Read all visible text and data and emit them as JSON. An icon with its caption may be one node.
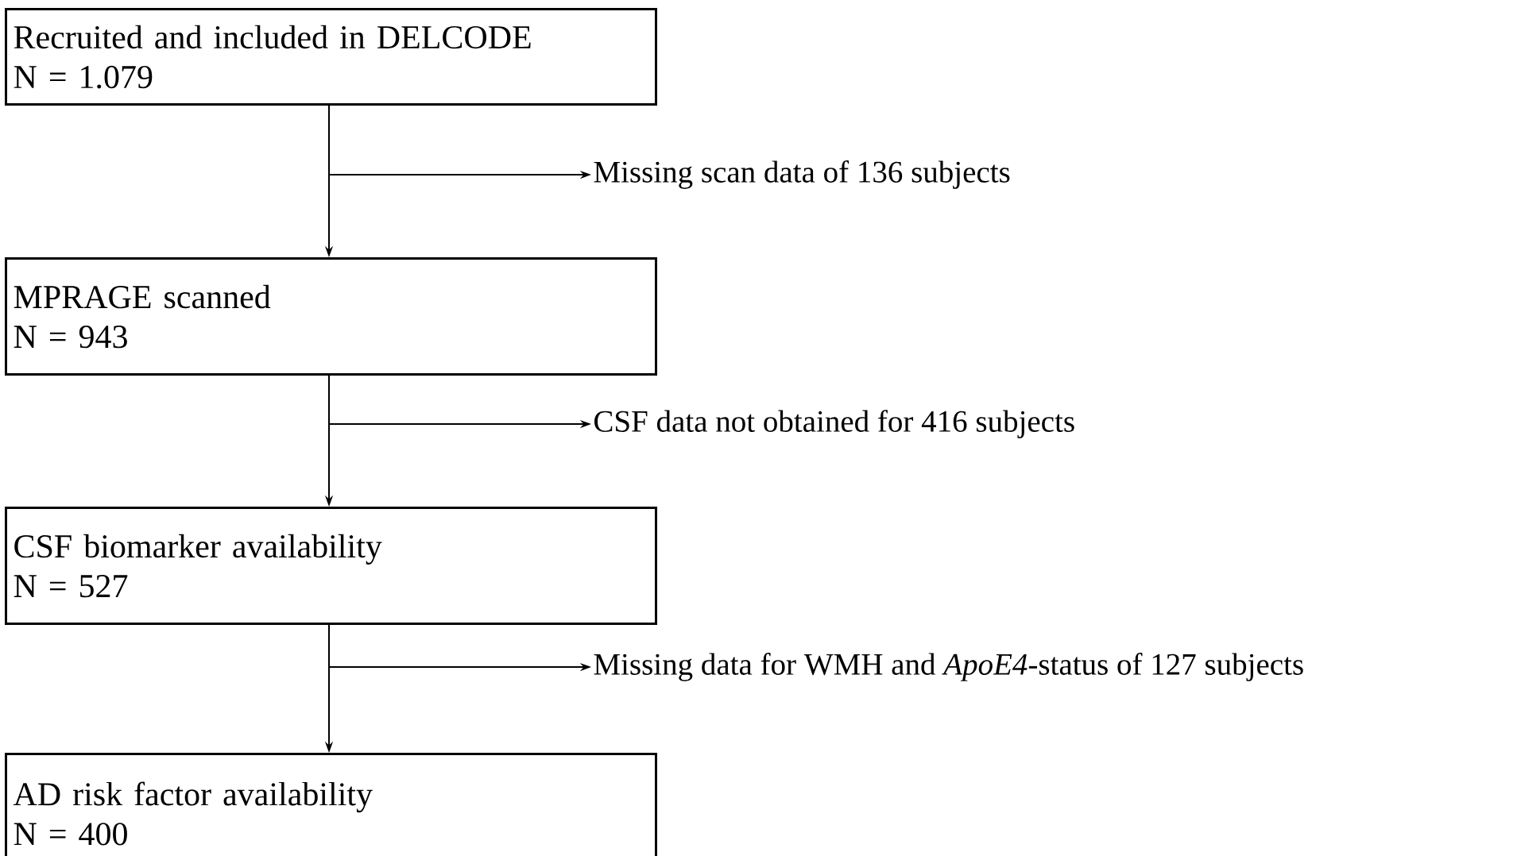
{
  "diagram": {
    "nodes": [
      {
        "text": [
          "Recruited and included in DELCODE",
          "N = 1.079"
        ]
      },
      {
        "text": [
          "MPRAGE scanned",
          "N = 943"
        ]
      },
      {
        "text": [
          "CSF biomarker availability",
          "N = 527"
        ]
      },
      {
        "text": [
          "AD risk factor availability",
          "N = 400"
        ]
      },
      {
        "text": [
          "Missing scan data of 136 subjects"
        ]
      },
      {
        "text": [
          "CSF data not obtained for 416 subjects"
        ]
      },
      {
        "text": [
          "Missing data for WMH and *ApoE4*-status of 127 subjects"
        ]
      }
    ],
    "edges": [
      {
        "from": 0,
        "to": 1,
        "arrow": "to"
      },
      {
        "from": 0,
        "to": 4,
        "arrow": "to"
      },
      {
        "from": 1,
        "to": 2,
        "arrow": "to"
      },
      {
        "from": 1,
        "to": 5,
        "arrow": "to"
      },
      {
        "from": 2,
        "to": 3,
        "arrow": "to"
      },
      {
        "from": 2,
        "to": 6,
        "arrow": "to"
      }
    ]
  }
}
